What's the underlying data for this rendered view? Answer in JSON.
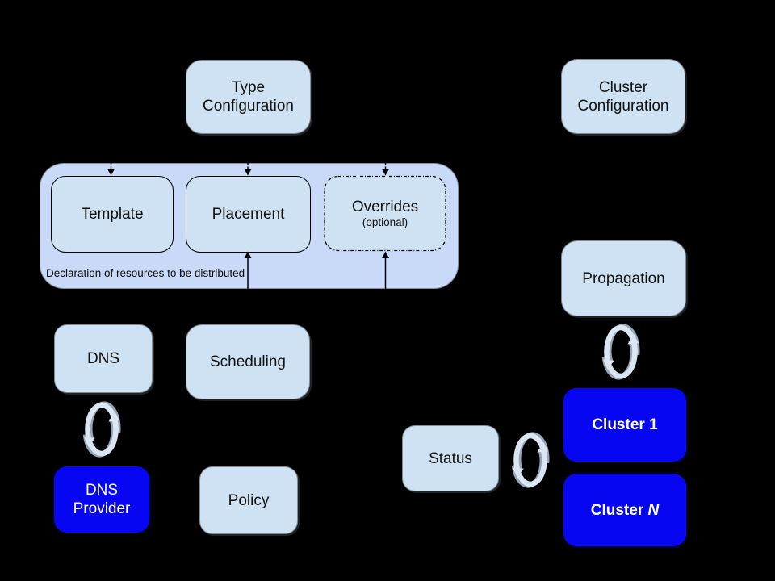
{
  "diagram": {
    "type": "architecture-diagram",
    "background": "#000000",
    "nodes": {
      "type_configuration": {
        "line1": "Type",
        "line2": "Configuration"
      },
      "cluster_configuration": {
        "line1": "Cluster",
        "line2": "Configuration"
      },
      "template": {
        "label": "Template"
      },
      "placement": {
        "label": "Placement"
      },
      "overrides": {
        "label": "Overrides",
        "note": "(optional)"
      },
      "resource_group_caption": "Declaration of resources to be distributed",
      "dns": {
        "label": "DNS"
      },
      "scheduling": {
        "label": "Scheduling"
      },
      "propagation": {
        "label": "Propagation"
      },
      "status": {
        "label": "Status"
      },
      "policy": {
        "label": "Policy"
      },
      "dns_provider": {
        "line1": "DNS",
        "line2": "Provider"
      },
      "cluster_1": {
        "prefix": "Cluster ",
        "suffix": "1"
      },
      "cluster_n": {
        "prefix": "Cluster ",
        "suffix": "N"
      }
    },
    "edges": [
      {
        "from": "type_configuration",
        "to": "template",
        "style": "dashed-arrow"
      },
      {
        "from": "type_configuration",
        "to": "placement",
        "style": "dashed-arrow"
      },
      {
        "from": "type_configuration",
        "to": "overrides",
        "style": "dashed-arrow"
      },
      {
        "from": "below",
        "to": "placement",
        "style": "solid-arrow"
      },
      {
        "from": "below",
        "to": "overrides",
        "style": "solid-arrow"
      },
      {
        "from": "dns",
        "to": "dns_provider",
        "style": "sync-cycle"
      },
      {
        "from": "propagation",
        "to": "cluster_1",
        "style": "sync-cycle"
      },
      {
        "from": "status",
        "to": "cluster_1",
        "style": "sync-cycle"
      }
    ],
    "icons": {
      "sync": "sync-cycle-icon"
    },
    "palette": {
      "background": "#000000",
      "group_fill": "#c9d9f8",
      "box_fill": "#cfe2f3",
      "blue_fill": "#0606f2",
      "text_dark": "#111111",
      "text_light": "#ffffff",
      "connector": "#000000",
      "sync_icon_light": "#dce6f2",
      "sync_icon_shadow": "#97a3b6"
    }
  }
}
